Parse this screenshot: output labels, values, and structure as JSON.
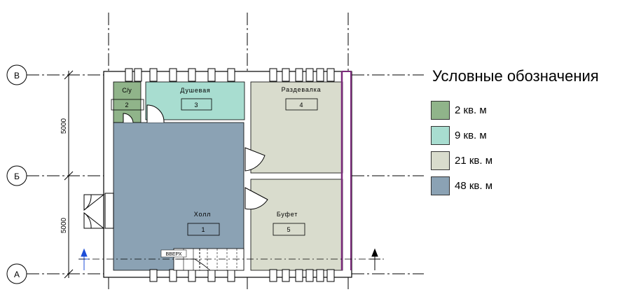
{
  "grid": {
    "rows": [
      "В",
      "Б",
      "А"
    ],
    "dimensions": [
      "5000",
      "5000"
    ]
  },
  "rooms": [
    {
      "name": "С/у",
      "number": "2"
    },
    {
      "name": "Душевая",
      "number": "3"
    },
    {
      "name": "Раздевалка",
      "number": "4"
    },
    {
      "name": "Холл",
      "number": "1"
    },
    {
      "name": "Буфет",
      "number": "5"
    }
  ],
  "stair_label": "ВВЕРХ",
  "legend": {
    "title": "Условные обозначения",
    "items": [
      {
        "label": "2 кв. м",
        "color": "#90b48a"
      },
      {
        "label": "9 кв. м",
        "color": "#a8ddd0"
      },
      {
        "label": "21 кв. м",
        "color": "#d9dccd"
      },
      {
        "label": "48 кв. м",
        "color": "#8ba2b4"
      }
    ]
  }
}
